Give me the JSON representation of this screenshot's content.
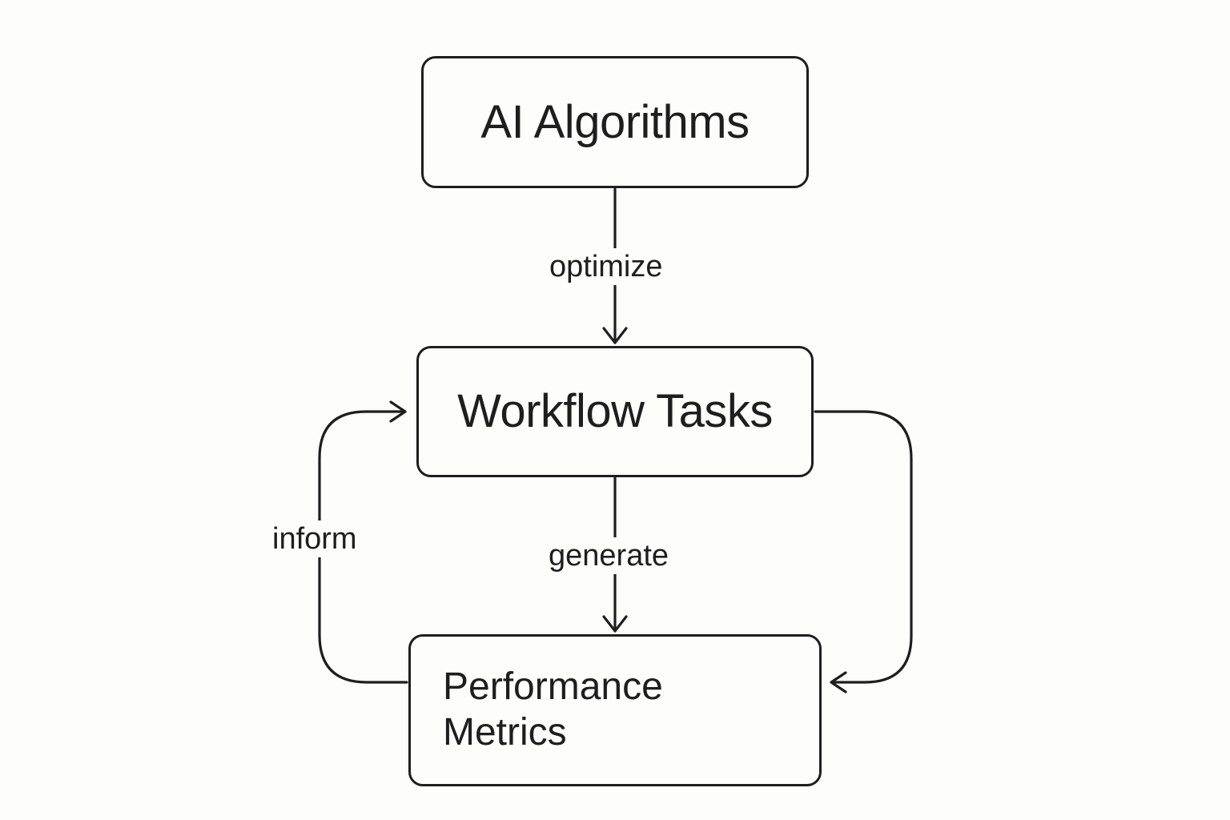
{
  "diagram": {
    "nodes": {
      "ai_algorithms": {
        "label": "AI Algorithms"
      },
      "workflow_tasks": {
        "label": "Workflow Tasks"
      },
      "performance_metrics": {
        "label_line1": "Performance",
        "label_line2": "Metrics"
      }
    },
    "edges": {
      "optimize": {
        "label": "optimize",
        "from": "AI Algorithms",
        "to": "Workflow Tasks"
      },
      "generate": {
        "label": "generate",
        "from": "Workflow Tasks",
        "to": "Performance Metrics"
      },
      "inform": {
        "label": "inform",
        "from": "Performance Metrics",
        "to": "Workflow Tasks"
      },
      "feedback": {
        "label": "",
        "from": "Workflow Tasks",
        "to": "Performance Metrics"
      }
    },
    "colors": {
      "stroke": "#1e1e1e",
      "background": "#fdfdfb"
    }
  }
}
